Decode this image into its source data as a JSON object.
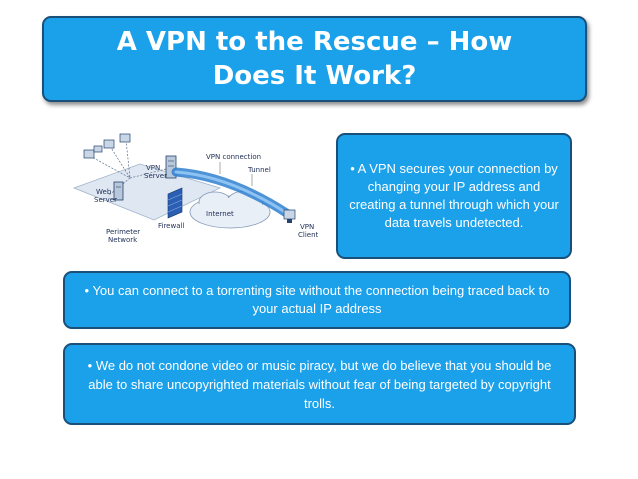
{
  "title": "A VPN to the Rescue – How Does It Work?",
  "bullets": {
    "ip_change": "• A VPN secures your connection by changing your IP address and creating a tunnel through which your data travels undetected.",
    "torrenting": "• You can connect to a torrenting site without the connection being traced back to your actual IP address",
    "piracy": "•    We do not condone video or music piracy, but we do believe that you should be able to share uncopyrighted materials without fear of being targeted by copyright trolls."
  },
  "diagram": {
    "labels": {
      "vpn_connection": "VPN connection",
      "tunnel": "Tunnel",
      "vpn_server_line1": "VPN",
      "vpn_server_line2": "Server",
      "web_server_line1": "Web",
      "web_server_line2": "Server",
      "internet": "Internet",
      "firewall": "Firewall",
      "vpn_client_line1": "VPN",
      "vpn_client_line2": "Client",
      "perimeter_line1": "Perimeter",
      "perimeter_line2": "Network"
    },
    "colors": {
      "tunnel": "#2f7fd0",
      "firewall": "#2b5fb4",
      "cloud": "#e8eff7",
      "platform": "#dfe8f2"
    }
  },
  "colors": {
    "box_fill": "#1ba0ea",
    "box_border": "#1a4f7a",
    "text": "#ffffff"
  }
}
